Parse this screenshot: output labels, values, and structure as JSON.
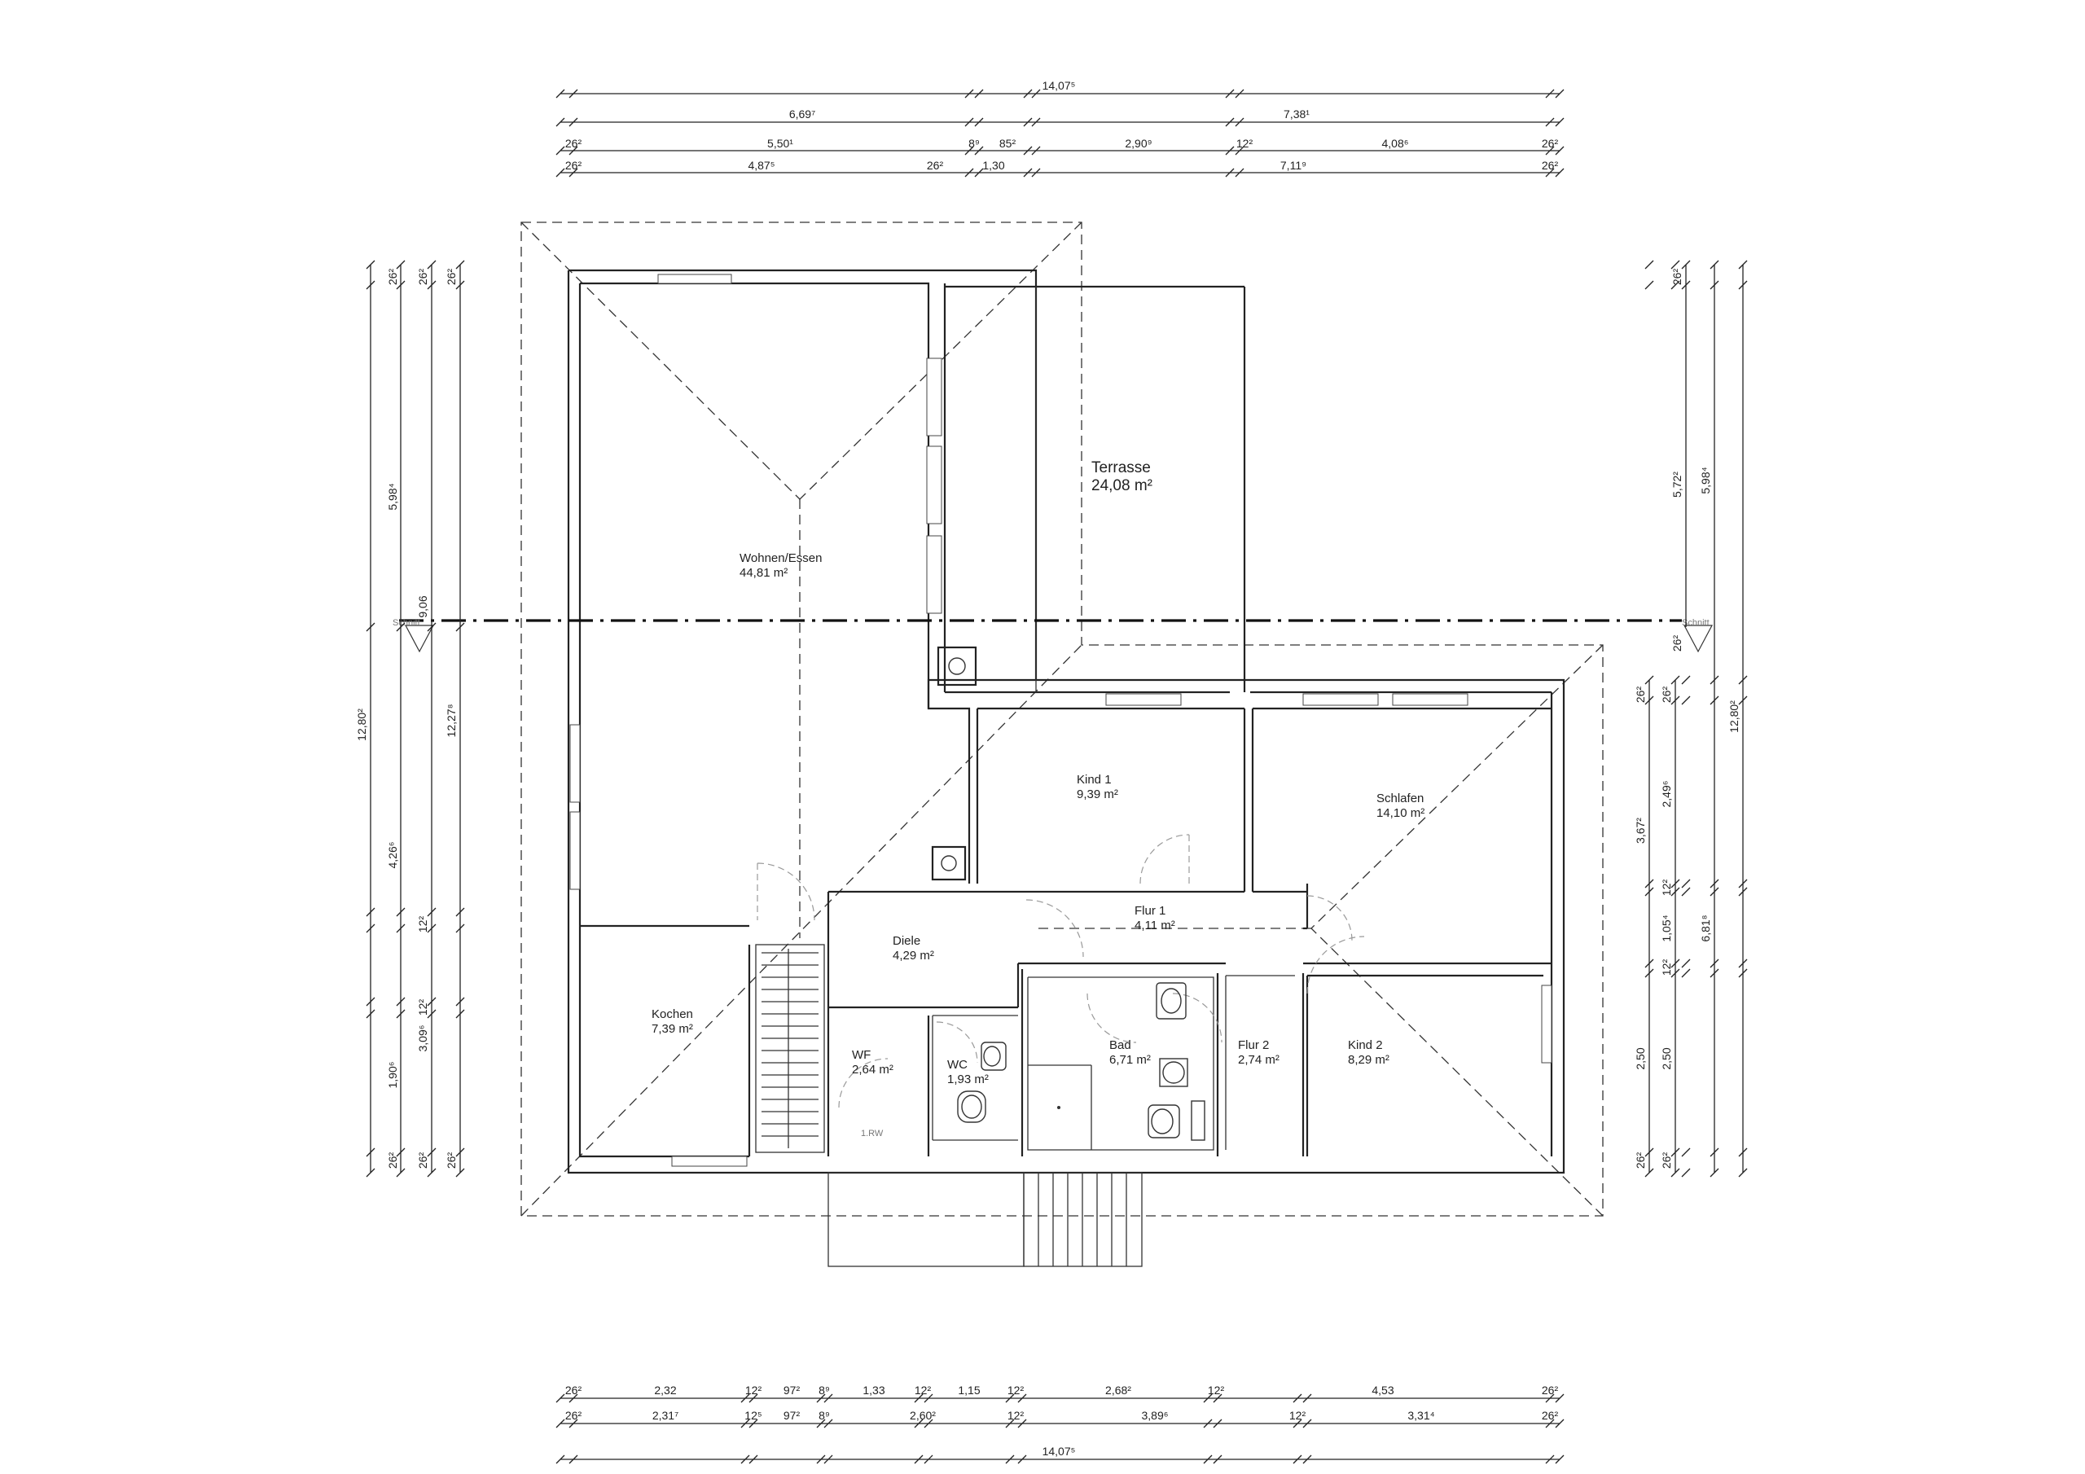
{
  "rooms": {
    "wohnen": {
      "name": "Wohnen/Essen",
      "area": "44,81 m²"
    },
    "terrasse": {
      "name": "Terrasse",
      "area": "24,08 m²"
    },
    "kind1": {
      "name": "Kind 1",
      "area": "9,39 m²"
    },
    "schlafen": {
      "name": "Schlafen",
      "area": "14,10 m²"
    },
    "flur1": {
      "name": "Flur 1",
      "area": "4,11 m²"
    },
    "diele": {
      "name": "Diele",
      "area": "4,29 m²"
    },
    "kochen": {
      "name": "Kochen",
      "area": "7,39 m²"
    },
    "wf": {
      "name": "WF",
      "area": "2,64 m²"
    },
    "wc": {
      "name": "WC",
      "area": "1,93 m²"
    },
    "bad": {
      "name": "Bad",
      "area": "6,71 m²"
    },
    "flur2": {
      "name": "Flur 2",
      "area": "2,74 m²"
    },
    "kind2": {
      "name": "Kind 2",
      "area": "8,29 m²"
    }
  },
  "labels": {
    "door_note": "1.RW",
    "section_left": "Schnitt",
    "section_right": "Schnitt"
  },
  "top_dims": {
    "total": "14,07⁵",
    "row2": [
      "6,69⁷",
      "7,38¹"
    ],
    "row3": [
      "26²",
      "5,50¹",
      "8⁹",
      "85²",
      "2,90⁹",
      "12²",
      "4,08⁶",
      "26²"
    ],
    "row4": [
      "26²",
      "4,87⁵",
      "26²",
      "1,30",
      "7,11⁹",
      "26²"
    ]
  },
  "bottom_dims": {
    "row1": [
      "26²",
      "2,32",
      "12²",
      "97²",
      "8⁹",
      "1,33",
      "12²",
      "1,15",
      "12²",
      "2,68²",
      "12²",
      "4,53",
      "26²"
    ],
    "row2": [
      "26²",
      "2,31⁷",
      "12⁵",
      "97²",
      "8⁹",
      "2,60²",
      "12²",
      "3,89⁶",
      "12²",
      "3,31⁴",
      "26²"
    ],
    "total": "14,07⁵"
  },
  "left_dims": {
    "outer": "12,80²",
    "c1": [
      "26²",
      "5,98⁴",
      "4,26⁶",
      "1,90⁶",
      "26²"
    ],
    "c2": [
      "26²",
      "9,06",
      "12²",
      "12²",
      "26²"
    ],
    "c3": [
      "26²",
      "12,27⁸",
      "3,09⁶",
      "26²"
    ]
  },
  "right_dims": {
    "c1": [
      "26²",
      "3,67²",
      "2,50",
      "26²"
    ],
    "c2": [
      "26²",
      "2,49⁶",
      "12²",
      "1,05⁴",
      "12²",
      "2,50",
      "26²"
    ],
    "c3": [
      "26²",
      "5,72²",
      "26²"
    ],
    "c4": [
      "5,98⁴",
      "6,81⁸"
    ],
    "outer": "12,80²"
  }
}
